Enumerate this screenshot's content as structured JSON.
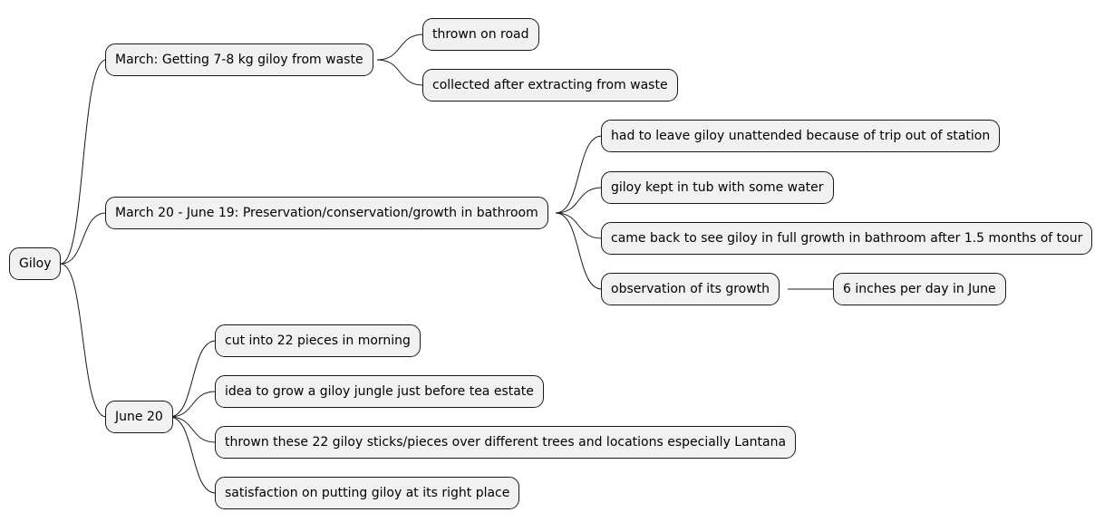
{
  "mindmap": {
    "root": "Giloy",
    "branches": [
      {
        "label": "March: Getting 7-8 kg giloy from waste",
        "children": [
          {
            "label": "thrown on road"
          },
          {
            "label": "collected after extracting from waste"
          }
        ]
      },
      {
        "label": "March 20 - June 19: Preservation/conservation/growth in bathroom",
        "children": [
          {
            "label": "had to leave giloy unattended because of trip out of station"
          },
          {
            "label": "giloy kept in tub with some water"
          },
          {
            "label": "came back to see giloy in full growth in bathroom after 1.5 months of tour"
          },
          {
            "label": "observation of its growth",
            "children": [
              {
                "label": "6 inches per day in June"
              }
            ]
          }
        ]
      },
      {
        "label": "June 20",
        "children": [
          {
            "label": "cut into 22 pieces in morning"
          },
          {
            "label": "idea to grow a giloy jungle just before tea estate"
          },
          {
            "label": "thrown these 22 giloy sticks/pieces over different trees and locations especially Lantana"
          },
          {
            "label": "satisfaction on putting giloy at its right place"
          }
        ]
      }
    ]
  }
}
